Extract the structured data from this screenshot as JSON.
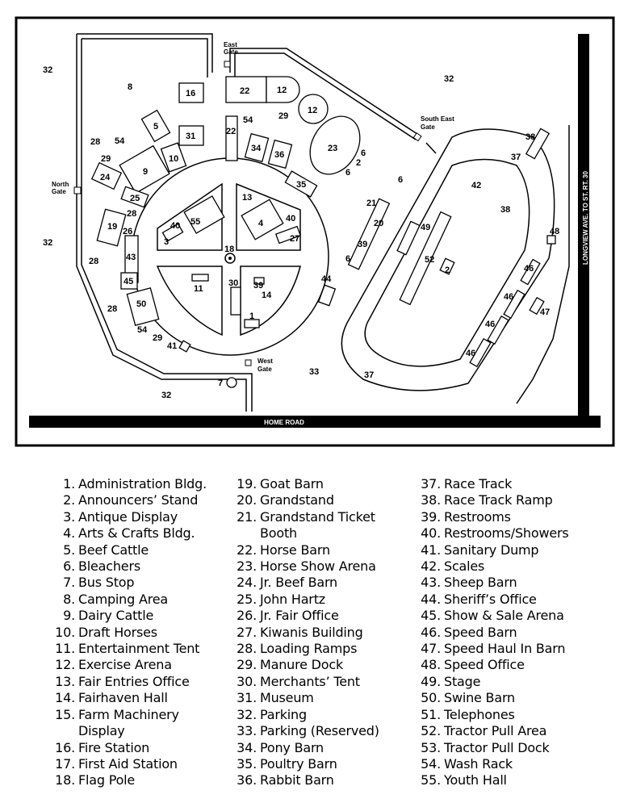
{
  "map": {
    "road_bottom": "HOME ROAD",
    "road_right": "LONGVIEW AVE. TO ST. RT. 30",
    "gates": {
      "east": [
        "East",
        "Gate"
      ],
      "north": [
        "North",
        "Gate"
      ],
      "south_east": [
        "South East",
        "Gate"
      ],
      "west": [
        "West",
        "Gate"
      ]
    },
    "labels": {
      "parking_tl": "32",
      "parking_tr": "32",
      "parking_l": "32",
      "parking_b": "32",
      "camping": "8",
      "fire": "16",
      "museum": "31",
      "beef": "5",
      "draft": "10",
      "dairy": "9",
      "loading_nw": "28",
      "wash_nw": "54",
      "manure_nw": "29",
      "jrbeef": "24",
      "hartz": "25",
      "goat": "19",
      "jrfair": "26",
      "loading_w": "28",
      "loading_w2": "28",
      "sheep": "43",
      "showsale": "45",
      "swine": "50",
      "loading_sw": "28",
      "wash_sw": "54",
      "manure_sw": "29",
      "sanitary": "41",
      "bus": "7",
      "reserved": "33",
      "horsebarn_a": "22",
      "exercise_a": "12",
      "exercise_b": "12",
      "manure_ne": "29",
      "horsebarn_b": "22",
      "wash_ne": "54",
      "pony": "34",
      "rabbit": "36",
      "poultry": "35",
      "horseshow": "23",
      "antique_ne": "6",
      "bleachers_ne": "2",
      "antique_ne2": "6",
      "grand_ticket": "21",
      "grandstand": "20",
      "restrooms_g": "39",
      "antique_g": "6",
      "antique_g2": "6",
      "sheriff": "44",
      "racetrack_n": "37",
      "racetrack_s": "37",
      "ramp": "38",
      "scales": "42",
      "ramp2": "38",
      "stage": "49",
      "tractor_area": "52",
      "bleachers_in": "2",
      "speed_office": "48",
      "speed_barn_a": "46",
      "speed_barn_b": "46",
      "speed_haul": "47",
      "speed_barn_c": "46",
      "speed_barn_d": "46",
      "youth": "55",
      "restshow_q1": "40",
      "antique_q1": "3",
      "crafts": "4",
      "firstaid": "13",
      "restshow_q2": "40",
      "kiwanis": "27",
      "flag": "18",
      "ent": "11",
      "merchants": "30",
      "restrooms_q": "39",
      "fairhaven": "14",
      "admin": "1"
    }
  },
  "legend": [
    [
      {
        "n": "1.",
        "t": "Administration Bldg."
      },
      {
        "n": "2.",
        "t": "Announcers’ Stand"
      },
      {
        "n": "3.",
        "t": "Antique Display"
      },
      {
        "n": "4.",
        "t": "Arts & Crafts Bldg."
      },
      {
        "n": "5.",
        "t": "Beef Cattle"
      },
      {
        "n": "6.",
        "t": "Bleachers"
      },
      {
        "n": "7.",
        "t": "Bus Stop"
      },
      {
        "n": "8.",
        "t": "Camping Area"
      },
      {
        "n": "9.",
        "t": "Dairy Cattle"
      },
      {
        "n": "10.",
        "t": "Draft Horses"
      },
      {
        "n": "11.",
        "t": "Entertainment Tent"
      },
      {
        "n": "12.",
        "t": "Exercise Arena"
      },
      {
        "n": "13.",
        "t": "Fair Entries Office"
      },
      {
        "n": "14.",
        "t": "Fairhaven Hall"
      },
      {
        "n": "15.",
        "t": "Farm Machinery"
      },
      {
        "n": "",
        "t": "Display"
      },
      {
        "n": "16.",
        "t": "Fire Station"
      },
      {
        "n": "17.",
        "t": "First Aid Station"
      },
      {
        "n": "18.",
        "t": "Flag Pole"
      }
    ],
    [
      {
        "n": "19.",
        "t": "Goat Barn"
      },
      {
        "n": "20.",
        "t": "Grandstand"
      },
      {
        "n": "21.",
        "t": "Grandstand Ticket"
      },
      {
        "n": "",
        "t": "Booth"
      },
      {
        "n": "22.",
        "t": "Horse Barn"
      },
      {
        "n": "23.",
        "t": "Horse Show Arena"
      },
      {
        "n": "24.",
        "t": "Jr. Beef Barn"
      },
      {
        "n": "25.",
        "t": "John Hartz"
      },
      {
        "n": "26.",
        "t": "Jr. Fair Office"
      },
      {
        "n": "27.",
        "t": "Kiwanis Building"
      },
      {
        "n": "28.",
        "t": "Loading Ramps"
      },
      {
        "n": "29.",
        "t": "Manure Dock"
      },
      {
        "n": "30.",
        "t": "Merchants’ Tent"
      },
      {
        "n": "31.",
        "t": "Museum"
      },
      {
        "n": "32.",
        "t": "Parking"
      },
      {
        "n": "33.",
        "t": "Parking (Reserved)"
      },
      {
        "n": "34.",
        "t": "Pony Barn"
      },
      {
        "n": "35.",
        "t": "Poultry Barn"
      },
      {
        "n": "36.",
        "t": "Rabbit Barn"
      }
    ],
    [
      {
        "n": "37.",
        "t": "Race Track"
      },
      {
        "n": "38.",
        "t": "Race Track Ramp"
      },
      {
        "n": "39.",
        "t": "Restrooms"
      },
      {
        "n": "40.",
        "t": "Restrooms/Showers"
      },
      {
        "n": "41.",
        "t": "Sanitary Dump"
      },
      {
        "n": "42.",
        "t": "Scales"
      },
      {
        "n": "43.",
        "t": "Sheep Barn"
      },
      {
        "n": "44.",
        "t": "Sheriff’s Office"
      },
      {
        "n": "45.",
        "t": "Show & Sale Arena"
      },
      {
        "n": "46.",
        "t": "Speed Barn"
      },
      {
        "n": "47.",
        "t": "Speed Haul In Barn"
      },
      {
        "n": "48.",
        "t": "Speed Office"
      },
      {
        "n": "49.",
        "t": "Stage"
      },
      {
        "n": "50.",
        "t": "Swine Barn"
      },
      {
        "n": "51.",
        "t": "Telephones"
      },
      {
        "n": "52.",
        "t": "Tractor Pull Area"
      },
      {
        "n": "53.",
        "t": "Tractor Pull Dock"
      },
      {
        "n": "54.",
        "t": "Wash Rack"
      },
      {
        "n": "55.",
        "t": "Youth Hall"
      }
    ]
  ]
}
